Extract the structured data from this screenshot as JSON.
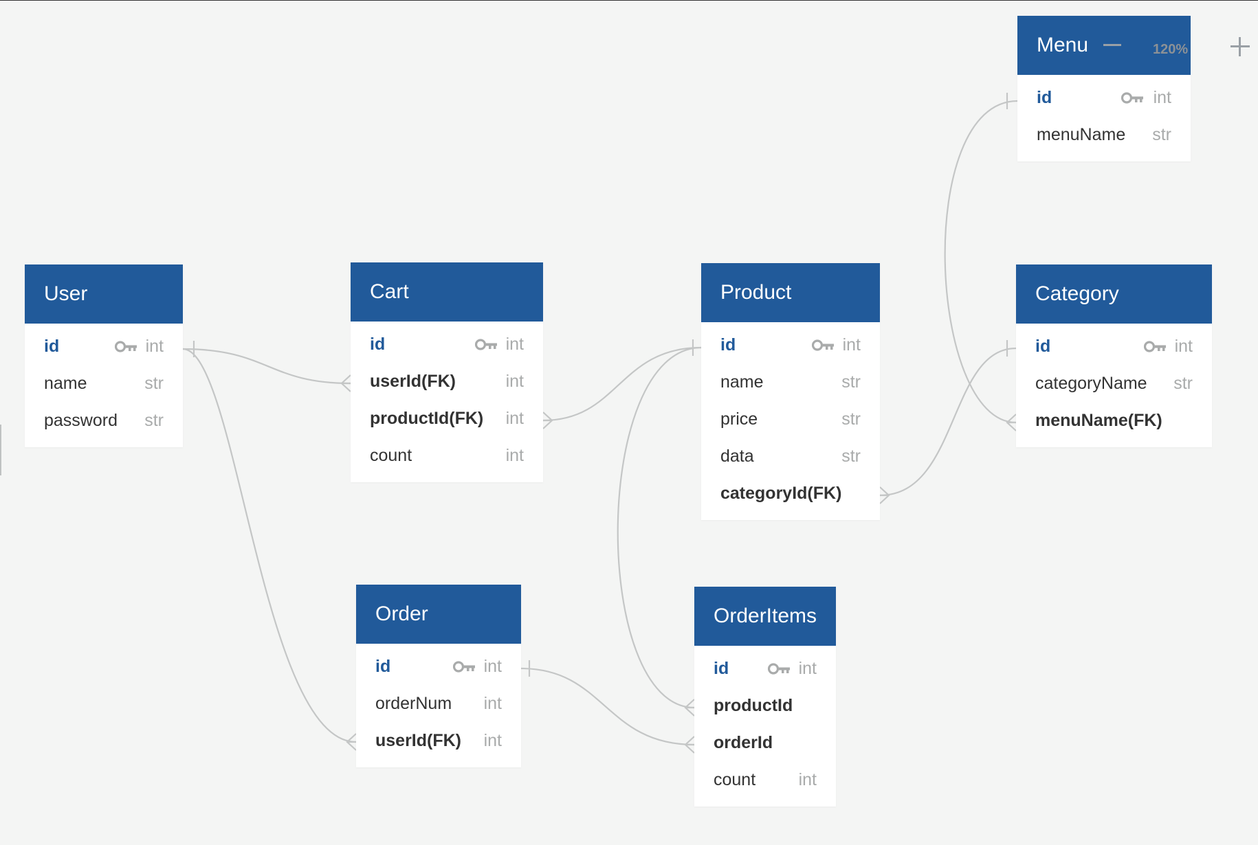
{
  "tables": {
    "menu": {
      "name": "Menu",
      "fields": [
        {
          "name": "id",
          "type": "int"
        },
        {
          "name": "menuName",
          "type": "str"
        }
      ]
    },
    "user": {
      "name": "User",
      "fields": [
        {
          "name": "id",
          "type": "int"
        },
        {
          "name": "name",
          "type": "str"
        },
        {
          "name": "password",
          "type": "str"
        }
      ]
    },
    "cart": {
      "name": "Cart",
      "fields": [
        {
          "name": "id",
          "type": "int"
        },
        {
          "name": "userId(FK)",
          "type": "int"
        },
        {
          "name": "productId(FK)",
          "type": "int"
        },
        {
          "name": "count",
          "type": "int"
        }
      ]
    },
    "product": {
      "name": "Product",
      "fields": [
        {
          "name": "id",
          "type": "int"
        },
        {
          "name": "name",
          "type": "str"
        },
        {
          "name": "price",
          "type": "str"
        },
        {
          "name": "data",
          "type": "str"
        },
        {
          "name": "categoryId(FK)",
          "type": ""
        }
      ]
    },
    "category": {
      "name": "Category",
      "fields": [
        {
          "name": "id",
          "type": "int"
        },
        {
          "name": "categoryName",
          "type": "str"
        },
        {
          "name": "menuName(FK)",
          "type": ""
        }
      ]
    },
    "order": {
      "name": "Order",
      "fields": [
        {
          "name": "id",
          "type": "int"
        },
        {
          "name": "orderNum",
          "type": "int"
        },
        {
          "name": "userId(FK)",
          "type": "int"
        }
      ]
    },
    "orderitems": {
      "name": "OrderItems",
      "fields": [
        {
          "name": "id",
          "type": "int"
        },
        {
          "name": "productId",
          "type": ""
        },
        {
          "name": "orderId",
          "type": ""
        },
        {
          "name": "count",
          "type": "int"
        }
      ]
    }
  },
  "zoom": {
    "level": "120%"
  },
  "colors": {
    "header": "#215a9a",
    "link": "#c4c6c6",
    "pk": "#215a9a"
  }
}
